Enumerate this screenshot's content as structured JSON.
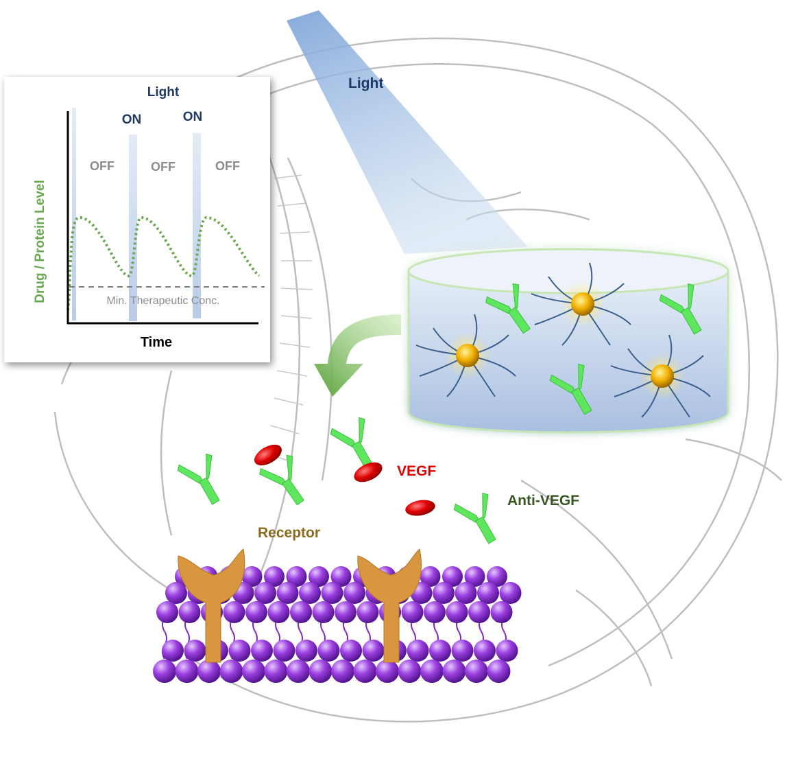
{
  "labels": {
    "light_beam": "Light",
    "vegf": "VEGF",
    "anti_vegf": "Anti-VEGF",
    "receptor": "Receptor"
  },
  "inset_plot": {
    "light_header": "Light",
    "on_labels": [
      "ON",
      "ON"
    ],
    "off_labels": [
      "OFF",
      "OFF",
      "OFF"
    ],
    "ylabel": "Drug / Protein Level",
    "xlabel": "Time",
    "threshold_label": "Min. Therapeutic Conc."
  },
  "colors": {
    "light_beam": "#8fb3df",
    "antibody": "#5ee65e",
    "vegf": "#e00000",
    "membrane_head": "#8a2bd6",
    "receptor": "#d8963e",
    "nanoparticle": "#f0b400",
    "curve": "#6aa84f",
    "dark_blue_text": "#1f3864",
    "vegf_text": "#e00000",
    "anti_vegf_text": "#375623",
    "receptor_text": "#8c6a1e"
  }
}
